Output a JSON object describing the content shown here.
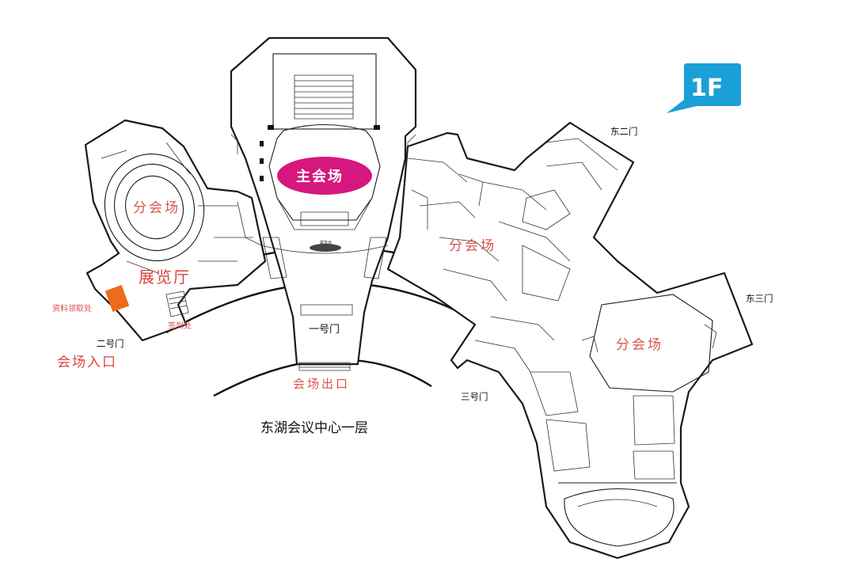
{
  "floor_badge": {
    "text": "1F",
    "color": "#1aa0d8"
  },
  "map_title": "东湖会议中心一层",
  "rooms": {
    "main_hall": "主会场",
    "sub_hall_left": "分会场",
    "sub_hall_middle": "分会场",
    "sub_hall_right": "分会场",
    "exhibition_hall": "展览厅",
    "info_pickup": "资料领取处",
    "signin_desk": "签到处",
    "venue_entrance": "会场入口",
    "venue_exit": "会场出口",
    "stage_tiny_label": "紧急出"
  },
  "gates": {
    "gate_1": "一号门",
    "gate_2": "二号门",
    "gate_3": "三号门",
    "east_gate_2": "东二门",
    "east_gate_3": "东三门"
  },
  "colors": {
    "label_red": "#d9534f",
    "main_hall_magenta": "#d6177d",
    "info_orange": "#ee6b1c",
    "badge_blue": "#1aa0d8"
  }
}
